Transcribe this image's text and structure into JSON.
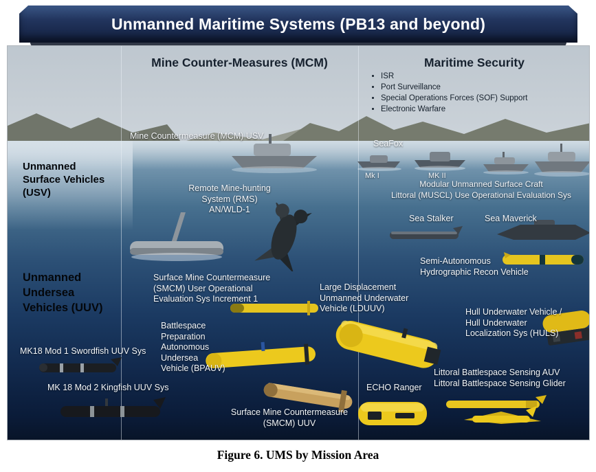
{
  "banner": {
    "title": "Unmanned Maritime Systems (PB13 and beyond)"
  },
  "matrix": {
    "columns": [
      {
        "id": "mcm",
        "header": "Mine Counter-Measures (MCM)"
      },
      {
        "id": "maritime_security",
        "header": "Maritime Security",
        "bullets": [
          "ISR",
          "Port Surveillance",
          "Special Operations Forces (SOF) Support",
          "Electronic Warfare"
        ]
      }
    ],
    "rows": [
      {
        "id": "usv",
        "label": "Unmanned\nSurface Vehicles\n(USV)"
      },
      {
        "id": "uuv",
        "label": "Unmanned\nUndersea\nVehicles (UUV)"
      }
    ]
  },
  "vehicles": {
    "mcm_usv": "Mine Countermeasure (MCM) USV",
    "seafox": "SeaFox",
    "seafox_mk1": "Mk I",
    "seafox_mk2": "MK II",
    "muscl": "Modular Unmanned Surface Craft\nLittoral (MUSCL) Use Operational Evaluation Sys",
    "rms": "Remote Mine-hunting\nSystem (RMS)\nAN/WLD-1",
    "sea_stalker": "Sea Stalker",
    "sea_maverick": "Sea Maverick",
    "sahrv": "Semi-Autonomous\nHydrographic Recon Vehicle",
    "smcm_uoes": "Surface Mine Countermeasure\n(SMCM) User Operational\nEvaluation Sys Increment 1",
    "lduuv": "Large Displacement\nUnmanned Underwater\nVehicle (LDUUV)",
    "huls": "Hull Underwater Vehicle /\nHull Underwater\nLocalization Sys (HULS)",
    "bpauv": "Battlespace\nPreparation\nAutonomous\nUndersea\nVehicle (BPAUV)",
    "mk18_mod1": "MK18 Mod 1 Swordfish UUV Sys",
    "mk18_mod2": "MK 18 Mod 2 Kingfish UUV Sys",
    "echo_ranger": "ECHO Ranger",
    "lbs": "Littoral Battlespace Sensing  AUV\nLittoral Battlespace  Sensing Glider",
    "smcm_uuv": "Surface Mine Countermeasure\n(SMCM) UUV"
  },
  "caption": "Figure 6. UMS by Mission Area",
  "colors": {
    "banner_bg": "#22355e",
    "deep_water": "#0a1b38",
    "vehicle_yellow": "#ecc91d",
    "vehicle_dark": "#1b1e22",
    "header_text": "#17222f",
    "label_text": "#f3f6f9"
  }
}
